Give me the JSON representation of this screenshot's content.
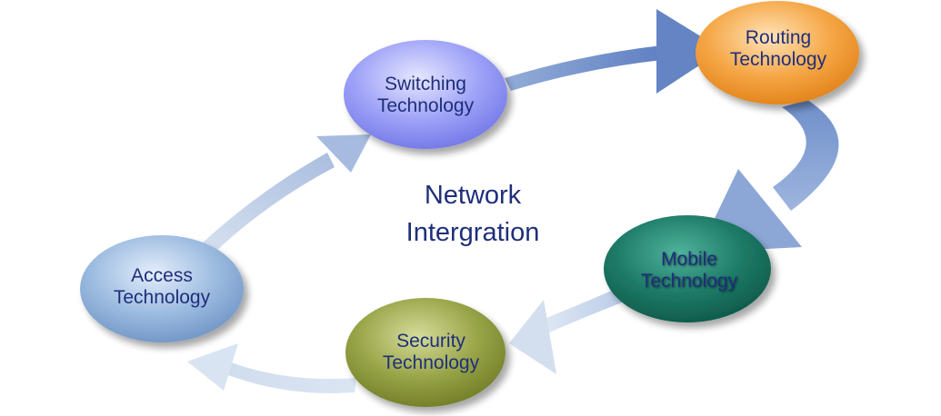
{
  "center": {
    "line1": "Network",
    "line2": "Intergration"
  },
  "nodes": {
    "switching": {
      "line1": "Switching",
      "line2": "Technology",
      "color": "#8a8ef2",
      "text_color": "#1f2f7a"
    },
    "routing": {
      "line1": "Routing",
      "line2": "Technology",
      "color": "#f0962e",
      "text_color": "#1f2f7a"
    },
    "mobile": {
      "line1": "Mobile",
      "line2": "Technology",
      "color": "#1e7a66",
      "text_color": "#dfe8ff"
    },
    "security": {
      "line1": "Security",
      "line2": "Technology",
      "color": "#8c9a3c",
      "text_color": "#1f2f7a"
    },
    "access": {
      "line1": "Access",
      "line2": "Technology",
      "color": "#86a8d2",
      "text_color": "#1f2f7a"
    }
  },
  "arrow_color": "#7f9ed0"
}
